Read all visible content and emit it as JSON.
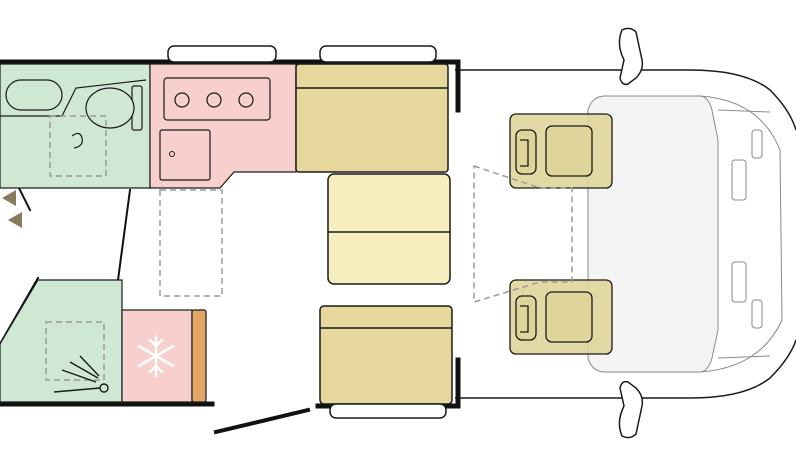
{
  "diagram": {
    "kind": "camper-van-floor-plan",
    "colors": {
      "outline": "#1a1a1a",
      "wall": "#111111",
      "bathroom": "#cfe8d4",
      "kitchen": "#f7cfcc",
      "fridge": "#f7cfcc",
      "fridge_side": "#e3a564",
      "dinette_bench": "#e6d79c",
      "dinette_table": "#f7eec0",
      "cab_seat": "#dfd59a",
      "cab_glass": "#f3f3f3",
      "dashed": "#9a9a9a",
      "door_arrow": "#8a7a5c"
    },
    "icons": {
      "fridge_symbol": "snowflake-icon",
      "hob": "stove-burners-icon",
      "wc": "toilet-icon",
      "shower": "shower-icon"
    },
    "counts": {
      "hob_burners": 3,
      "cab_seats": 2,
      "dinette_benches": 2
    }
  }
}
